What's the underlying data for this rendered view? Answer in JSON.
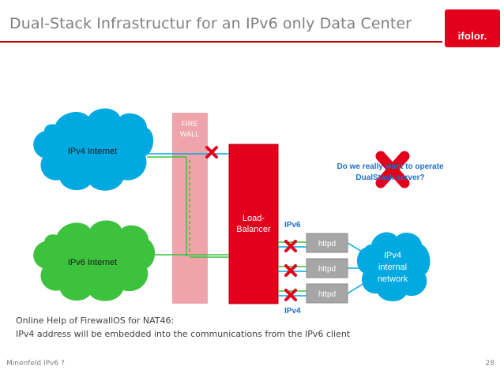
{
  "slide": {
    "title": "Dual-Stack Infrastructur for an IPv6 only Data Center",
    "logo_text": "ifolor.",
    "footer_left": "Minenfeld IPv6 ?",
    "page_number": "28"
  },
  "diagram": {
    "ipv4_internet": "IPv4 Internet",
    "ipv6_internet": "IPv6 Internet",
    "firewall_line1": "FIRE",
    "firewall_line2": "WALL",
    "load_balancer_line1": "Load-",
    "load_balancer_line2": "Balancer",
    "ipv6_label": "IPv6",
    "ipv4_label": "IPv4",
    "server_labels": [
      "httpd",
      "httpd",
      "httpd"
    ],
    "internal_line1": "IPv4",
    "internal_line2": "internal",
    "internal_line3": "network",
    "question_line1": "Do we really want to operate",
    "question_line2": "DualStack server?"
  },
  "help": {
    "line1": "Online Help of FirewallOS for NAT46:",
    "line2": "IPv4 address will be embedded into the communications from the IPv6 client"
  },
  "colors": {
    "accent_red": "#e2001a",
    "ipv4_blue": "#00a9e0",
    "ipv6_green": "#3cc23c",
    "firewall_pink": "#eea4aa",
    "question_blue": "#1f6fd0"
  }
}
